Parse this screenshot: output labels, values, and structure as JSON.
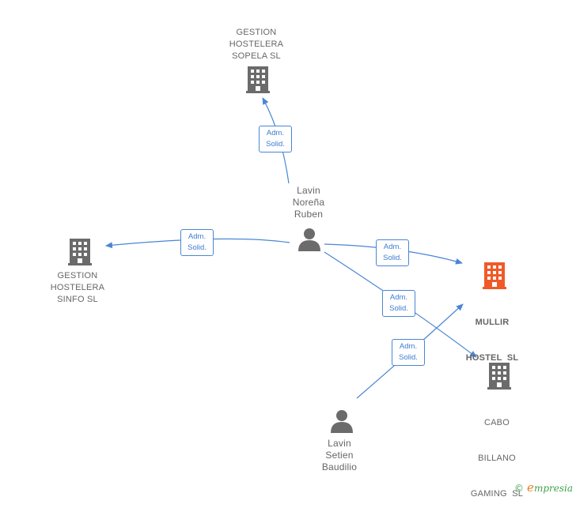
{
  "nodes": {
    "gestion_sopela": {
      "lines": [
        "GESTION",
        "HOSTELERA",
        "SOPELA SL"
      ],
      "icon": "building-icon"
    },
    "gestion_sinfo": {
      "lines": [
        "GESTION",
        "HOSTELERA",
        "SINFO SL"
      ],
      "icon": "building-icon"
    },
    "mullir": {
      "lines": [
        "MULLIR",
        "HOSTEL  SL"
      ],
      "icon": "building-icon",
      "color": "#f05a28"
    },
    "cabo": {
      "lines": [
        "CABO",
        "BILLANO",
        "GAMING  SL"
      ],
      "icon": "building-icon"
    },
    "lavin_norena": {
      "lines": [
        "Lavin",
        "Noreña",
        "Ruben"
      ],
      "icon": "person-icon"
    },
    "lavin_setien": {
      "lines": [
        "Lavin",
        "Setien",
        "Baudilio"
      ],
      "icon": "person-icon"
    }
  },
  "edges": [
    {
      "id": "e1",
      "from": "lavin_norena",
      "to": "gestion_sopela",
      "label": [
        "Adm.",
        "Solid."
      ]
    },
    {
      "id": "e2",
      "from": "lavin_norena",
      "to": "gestion_sinfo",
      "label": [
        "Adm.",
        "Solid."
      ]
    },
    {
      "id": "e3",
      "from": "lavin_norena",
      "to": "mullir",
      "label": [
        "Adm.",
        "Solid."
      ]
    },
    {
      "id": "e4",
      "from": "lavin_norena",
      "to": "cabo",
      "label": [
        "Adm.",
        "Solid."
      ]
    },
    {
      "id": "e5",
      "from": "lavin_setien",
      "to": "mullir",
      "label": [
        "Adm.",
        "Solid."
      ]
    }
  ],
  "colors": {
    "edge": "#4a86d4",
    "node_icon": "#6b6b6b",
    "focus_icon": "#f05a28",
    "label_text": "#666666"
  },
  "footer": {
    "copyright": "©",
    "brand_first": "e",
    "brand_rest": "mpresia"
  }
}
